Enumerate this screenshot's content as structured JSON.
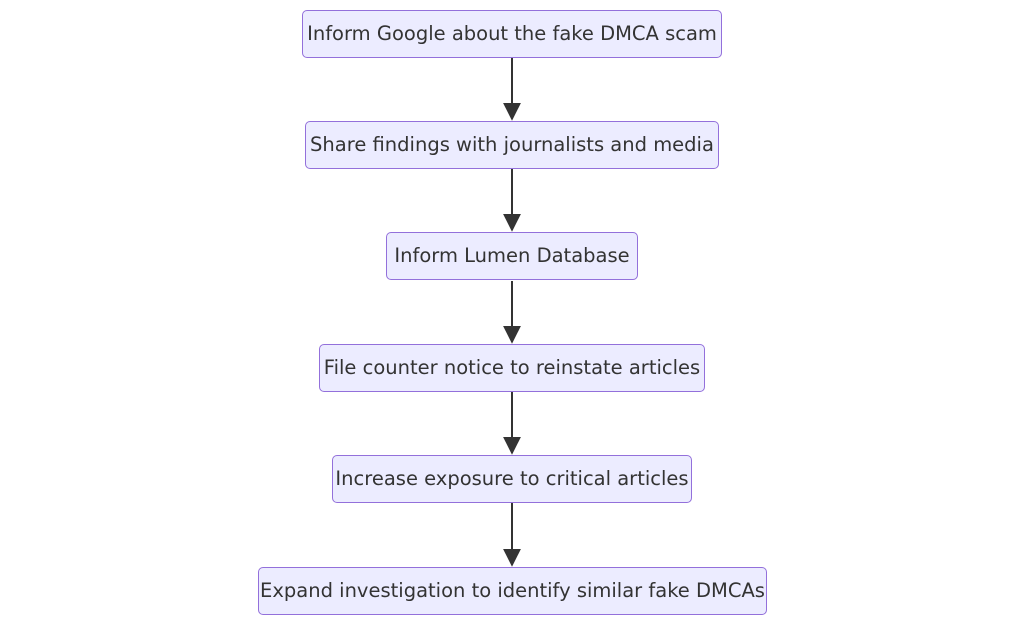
{
  "flowchart": {
    "nodes": [
      {
        "id": "step1",
        "label": "Inform Google about the fake DMCA scam"
      },
      {
        "id": "step2",
        "label": "Share findings with journalists and media"
      },
      {
        "id": "step3",
        "label": "Inform Lumen Database"
      },
      {
        "id": "step4",
        "label": "File counter notice to reinstate articles"
      },
      {
        "id": "step5",
        "label": "Increase exposure to critical articles"
      },
      {
        "id": "step6",
        "label": "Expand investigation to identify similar fake DMCAs"
      }
    ],
    "edges": [
      {
        "from": "step1",
        "to": "step2"
      },
      {
        "from": "step2",
        "to": "step3"
      },
      {
        "from": "step3",
        "to": "step4"
      },
      {
        "from": "step4",
        "to": "step5"
      },
      {
        "from": "step5",
        "to": "step6"
      }
    ],
    "colors": {
      "node_fill": "#ececff",
      "node_border": "#9370db",
      "text": "#333333",
      "edge": "#333333"
    }
  }
}
